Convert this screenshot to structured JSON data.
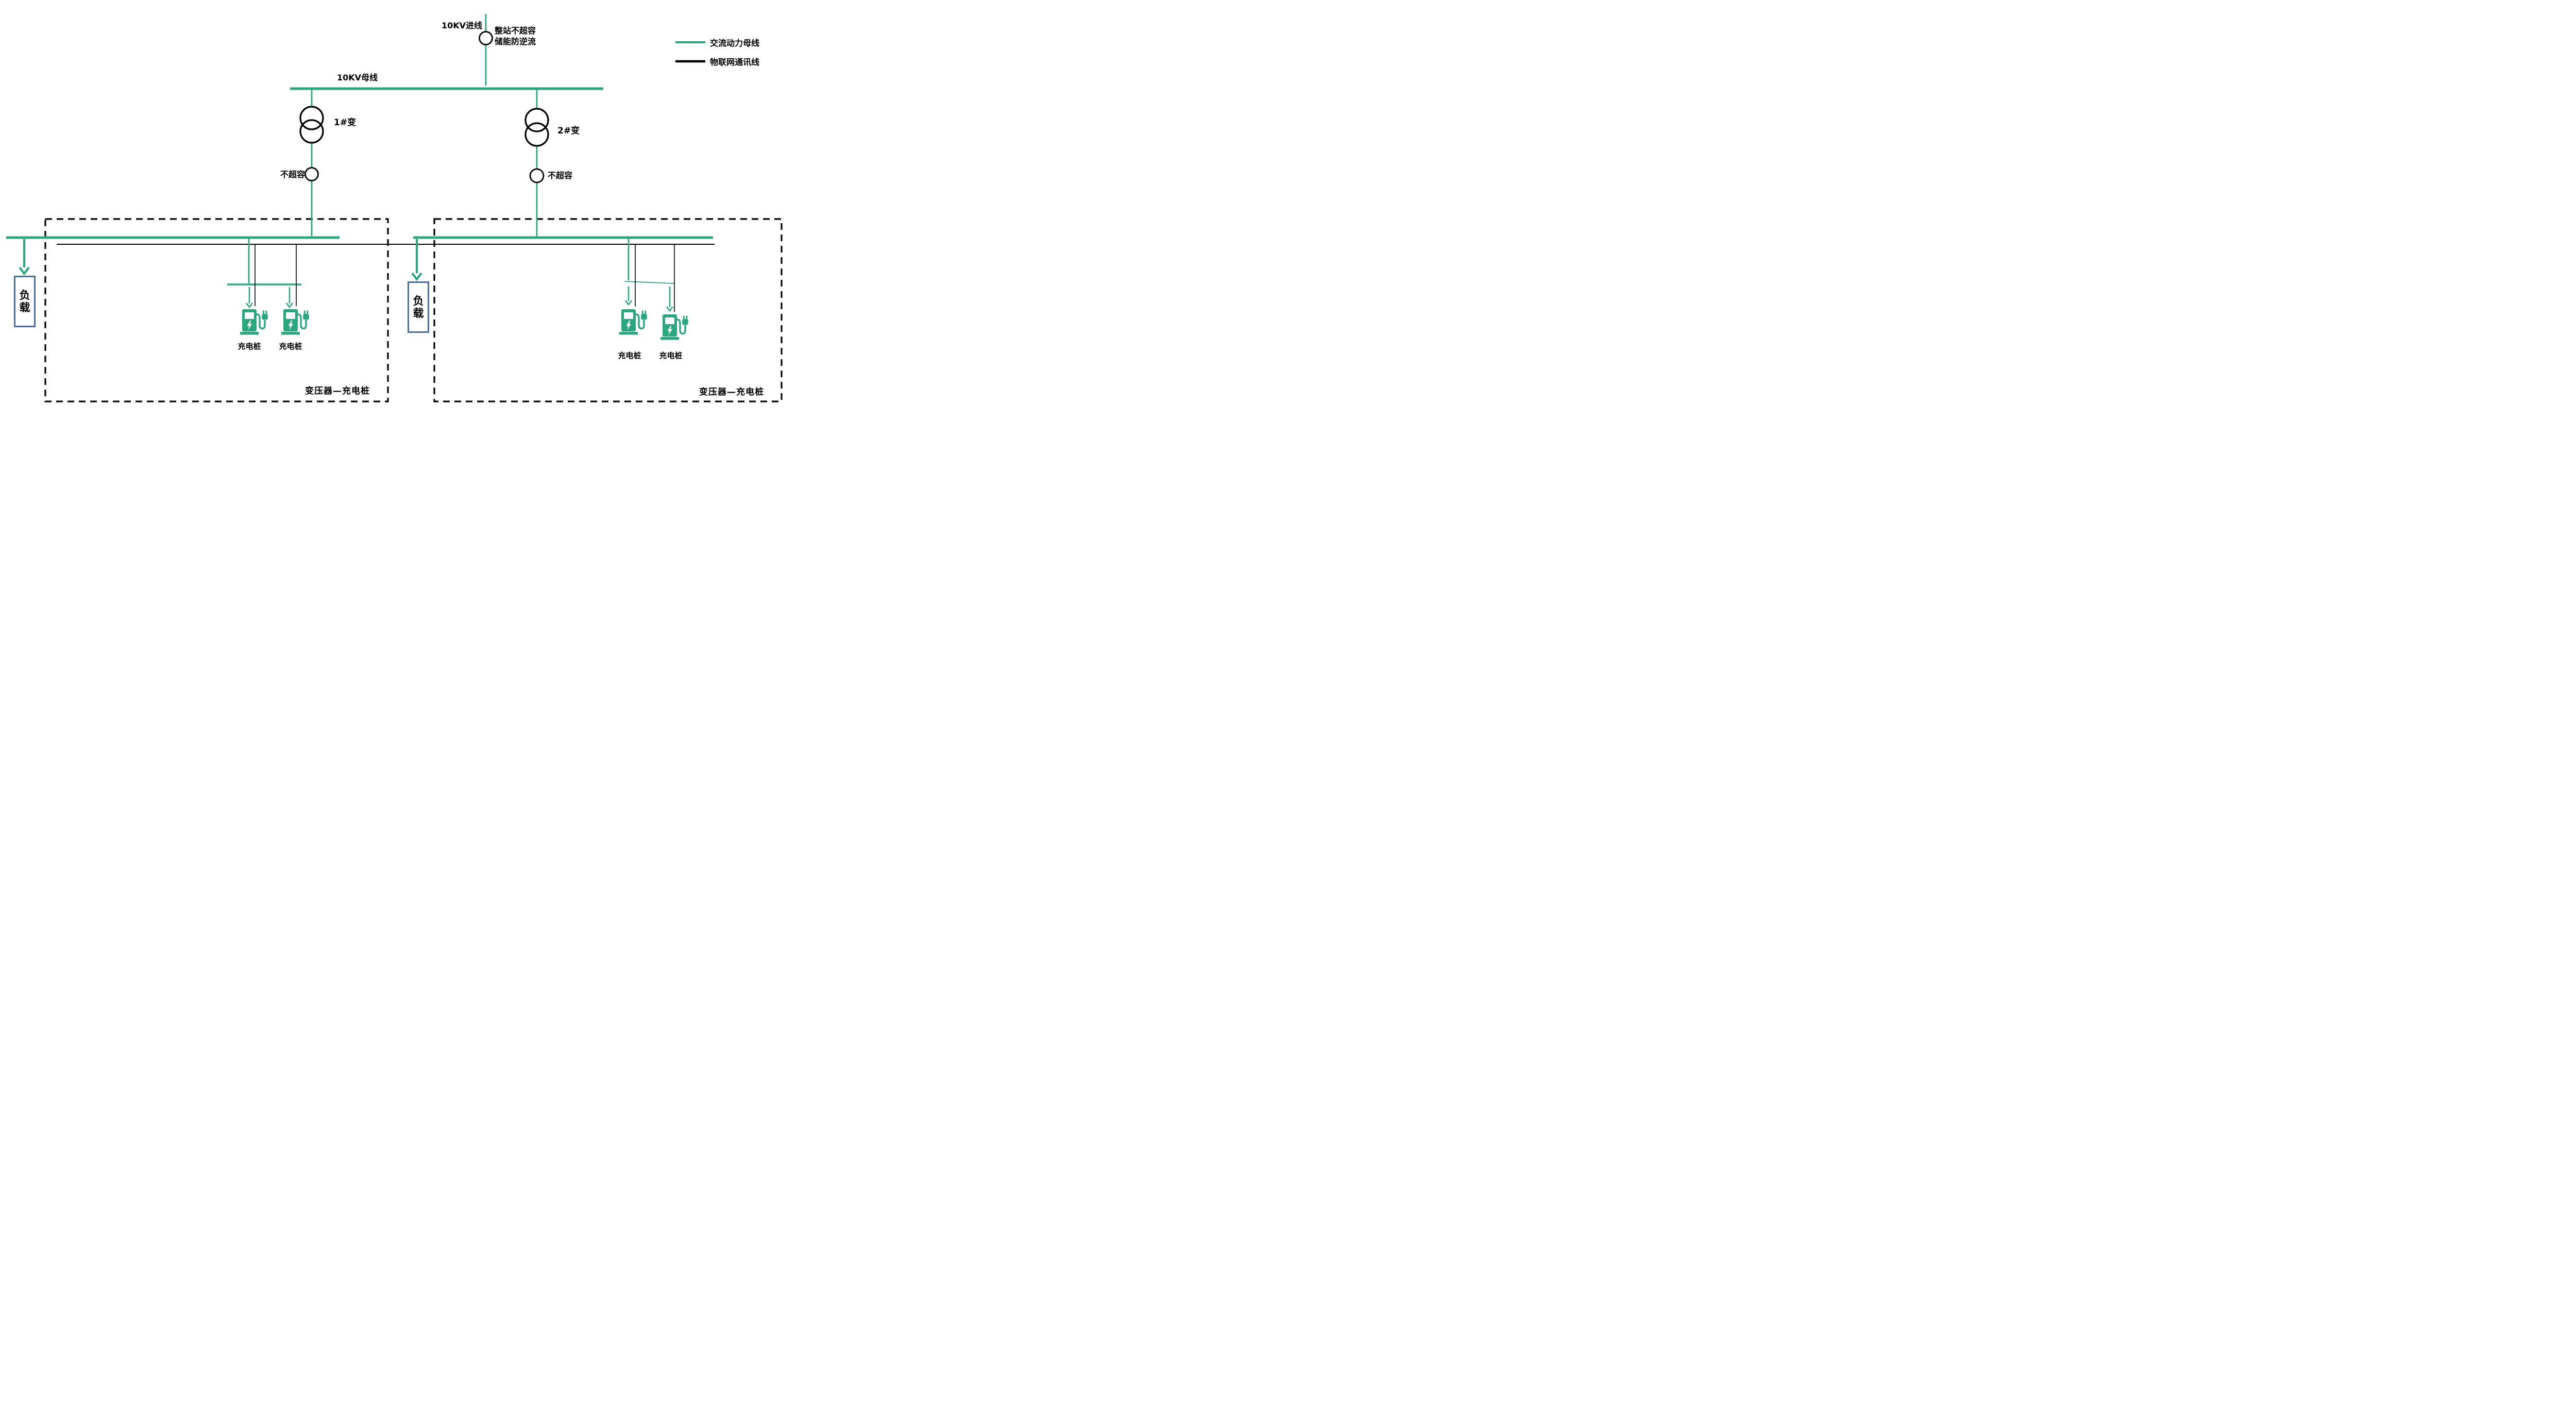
{
  "incoming": {
    "line_label": "10KV进线",
    "note_line1": "整站不超容",
    "note_line2": "储能防逆流"
  },
  "hv_bus": {
    "label": "10KV母线"
  },
  "branches": [
    {
      "transformer_label": "1#变",
      "meter_label": "不超容"
    },
    {
      "transformer_label": "2#变",
      "meter_label": "不超容"
    }
  ],
  "loads": [
    {
      "label": "负载"
    },
    {
      "label": "负载"
    }
  ],
  "groups": [
    {
      "title": "变压器—充电桩",
      "charger_labels": [
        "充电桩",
        "充电桩"
      ]
    },
    {
      "title": "变压器—充电桩",
      "charger_labels": [
        "充电桩",
        "充电桩"
      ]
    }
  ],
  "legend": {
    "items": [
      {
        "label": "交流动力母线",
        "color": "#2aa87d"
      },
      {
        "label": "物联网通讯线",
        "color": "#000000"
      }
    ]
  },
  "colors": {
    "ac_power_bus": "#2aa87d",
    "iot_comm_line": "#000000",
    "load_box_border": "#4a6da8"
  }
}
